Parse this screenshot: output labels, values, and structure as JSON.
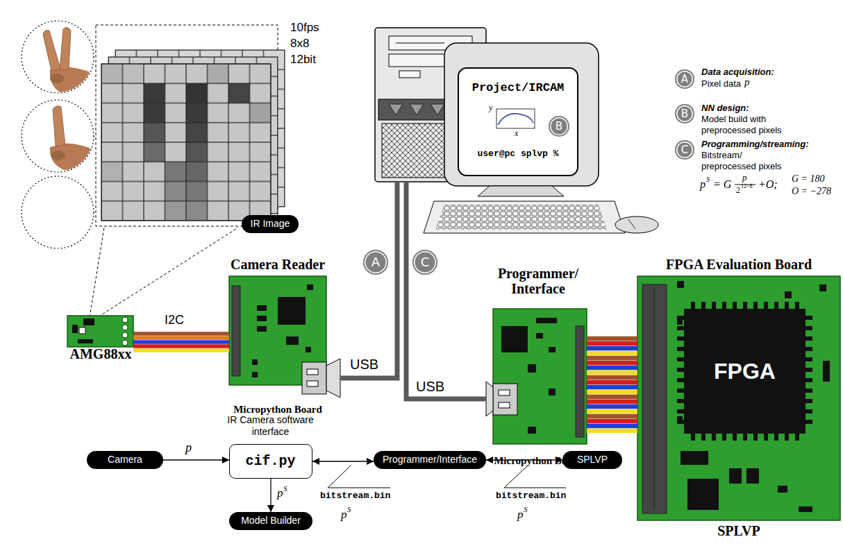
{
  "diagram": {
    "nodes": [
      {
        "text": [
          "IR Image"
        ]
      },
      {
        "text": [
          "Project/IRCAM",
          "user@pc splvp %"
        ]
      },
      {
        "text": [
          "B"
        ],
        "in": 1
      },
      {
        "text": [
          "A"
        ]
      },
      {
        "text": [
          "B"
        ]
      },
      {
        "text": [
          "C"
        ]
      },
      {
        "text": [
          "AMG88xx"
        ]
      },
      {
        "text": [
          "Camera Reader",
          "Micropython Board"
        ]
      },
      {
        "text": [
          "A"
        ]
      },
      {
        "text": [
          "C"
        ]
      },
      {
        "text": [
          "Programmer/ Interface",
          "Micropython Board"
        ]
      },
      {
        "text": [
          "FPGA Evaluation Board",
          "SPLVP"
        ]
      },
      {
        "text": [
          "FPGA"
        ],
        "in": 11
      },
      {
        "text": [
          "Camera"
        ]
      },
      {
        "text": [
          "IR Camera software interface",
          "cif.py"
        ]
      },
      {
        "text": [
          "Programmer/Interface"
        ]
      },
      {
        "text": [
          "SPLVP"
        ]
      },
      {
        "text": [
          "Model Builder"
        ]
      }
    ],
    "edges": [
      {
        "from": 6,
        "to": 7,
        "arrow": "none",
        "label": "I2C"
      },
      {
        "from": 7,
        "to": 1,
        "arrow": "none",
        "label": "USB"
      },
      {
        "from": 1,
        "to": 10,
        "arrow": "none",
        "label": "USB"
      },
      {
        "from": 10,
        "to": 11,
        "arrow": "none"
      },
      {
        "from": 13,
        "to": 14,
        "arrow": "to",
        "label": "p"
      },
      {
        "from": 14,
        "to": 17,
        "arrow": "to",
        "label": "p"
      },
      {
        "from": 14,
        "to": 15,
        "arrow": "both",
        "label": "bitstream.bin"
      },
      {
        "from": 15,
        "to": 16,
        "arrow": "both",
        "label": "bitstream.bin"
      }
    ],
    "labels": [
      "10fps",
      "8x8",
      "12bit",
      "y",
      "x",
      "Data acquisition:",
      "Pixel data",
      "p",
      "NN design:",
      "Model build with preprocessed pixels",
      "Programming/streaming:",
      "Bitstream/ preprocessed pixels",
      "p",
      "S",
      "= G",
      "p",
      "2",
      "12−8",
      "+O;",
      "G = 180",
      "O = −278",
      "S",
      "p",
      "S",
      "p",
      "S"
    ]
  }
}
